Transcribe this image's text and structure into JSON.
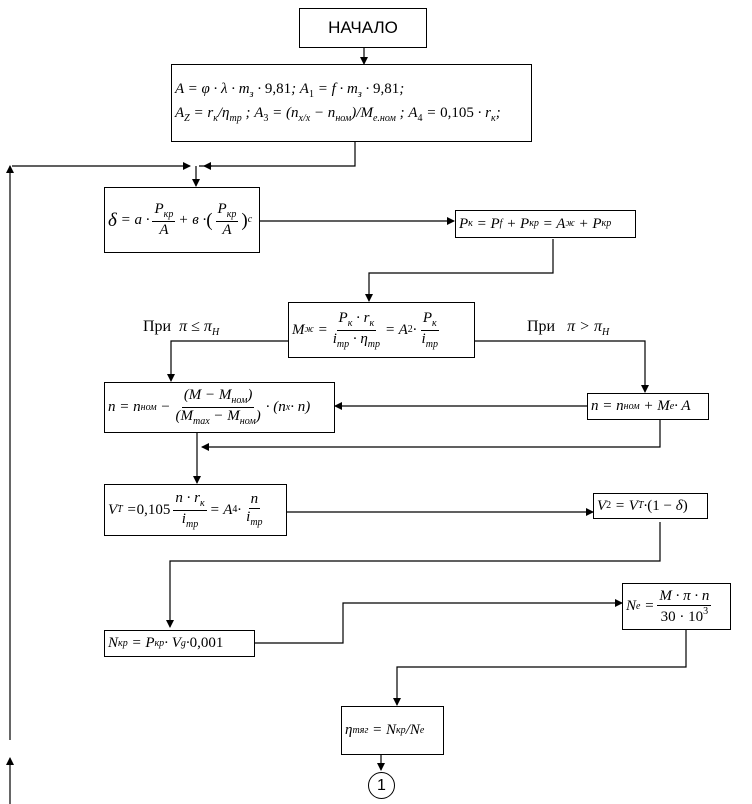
{
  "start_label": "НАЧАЛО",
  "condition_left": "При",
  "condition_right": "При",
  "end_connector": "1",
  "chart_data": {
    "type": "flowchart",
    "nodes": [
      "НАЧАЛО",
      "A, A1, AZ, A3, A4 init",
      "δ",
      "Pк",
      "Mж",
      "n (при π ≤ πн)",
      "n (при π > πн)",
      "VT",
      "V2",
      "Nкр",
      "Ne",
      "ηтяг",
      "1"
    ]
  }
}
